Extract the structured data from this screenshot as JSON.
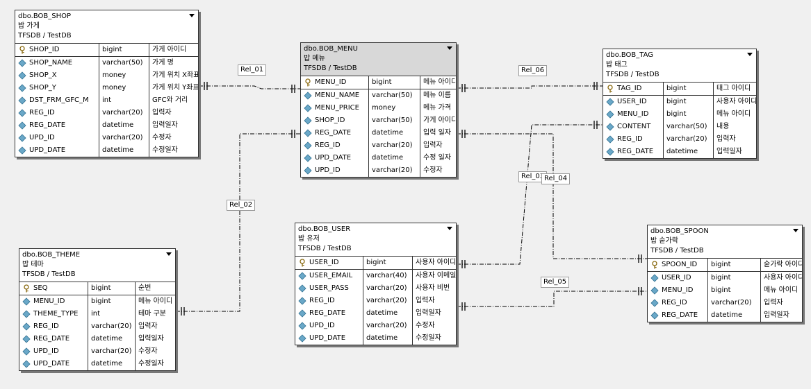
{
  "tables": [
    {
      "id": "shop",
      "title": "dbo.BOB_SHOP",
      "subtitle": "밥 가게",
      "db": "TFSDB / TestDB",
      "columns": [
        {
          "name": "SHOP_ID",
          "type": "bigint",
          "desc": "가게 아이디",
          "key": true
        },
        {
          "name": "SHOP_NAME",
          "type": "varchar(50)",
          "desc": "가게 명"
        },
        {
          "name": "SHOP_X",
          "type": "money",
          "desc": "가게 위치 X좌표"
        },
        {
          "name": "SHOP_Y",
          "type": "money",
          "desc": "가게 위치 Y좌표"
        },
        {
          "name": "DST_FRM_GFC_M",
          "type": "int",
          "desc": "GFC와 거리"
        },
        {
          "name": "REG_ID",
          "type": "varchar(20)",
          "desc": "입력자"
        },
        {
          "name": "REG_DATE",
          "type": "datetime",
          "desc": "입력일자"
        },
        {
          "name": "UPD_ID",
          "type": "varchar(20)",
          "desc": "수정자"
        },
        {
          "name": "UPD_DATE",
          "type": "datetime",
          "desc": "수정일자"
        }
      ]
    },
    {
      "id": "menu",
      "title": "dbo.BOB_MENU",
      "subtitle": "밥 메뉴",
      "db": "TFSDB / TestDB",
      "columns": [
        {
          "name": "MENU_ID",
          "type": "bigint",
          "desc": "메뉴 아이디",
          "key": true
        },
        {
          "name": "MENU_NAME",
          "type": "varchar(50)",
          "desc": "메뉴 이름"
        },
        {
          "name": "MENU_PRICE",
          "type": "money",
          "desc": "메뉴 가격"
        },
        {
          "name": "SHOP_ID",
          "type": "varchar(50)",
          "desc": "가게 아이디"
        },
        {
          "name": "REG_DATE",
          "type": "datetime",
          "desc": "입력 일자"
        },
        {
          "name": "REG_ID",
          "type": "varchar(20)",
          "desc": "입력자"
        },
        {
          "name": "UPD_DATE",
          "type": "datetime",
          "desc": "수정 일자"
        },
        {
          "name": "UPD_ID",
          "type": "varchar(20)",
          "desc": "수정자"
        }
      ]
    },
    {
      "id": "tag",
      "title": "dbo.BOB_TAG",
      "subtitle": "밥 태그",
      "db": "TFSDB / TestDB",
      "columns": [
        {
          "name": "TAG_ID",
          "type": "bigint",
          "desc": "태그 아이디",
          "key": true
        },
        {
          "name": "USER_ID",
          "type": "bigint",
          "desc": "사용자 아이디"
        },
        {
          "name": "MENU_ID",
          "type": "bigint",
          "desc": "메뉴 아이디"
        },
        {
          "name": "CONTENT",
          "type": "varchar(50)",
          "desc": "내용"
        },
        {
          "name": "REG_ID",
          "type": "varchar(20)",
          "desc": "입력자"
        },
        {
          "name": "REG_DATE",
          "type": "datetime",
          "desc": "입력일자"
        }
      ]
    },
    {
      "id": "theme",
      "title": "dbo.BOB_THEME",
      "subtitle": "밥 테마",
      "db": "TFSDB / TestDB",
      "columns": [
        {
          "name": "SEQ",
          "type": "bigint",
          "desc": "순번",
          "key": true
        },
        {
          "name": "MENU_ID",
          "type": "bigint",
          "desc": "메뉴 아이디"
        },
        {
          "name": "THEME_TYPE",
          "type": "int",
          "desc": "테마 구분"
        },
        {
          "name": "REG_ID",
          "type": "varchar(20)",
          "desc": "입력자"
        },
        {
          "name": "REG_DATE",
          "type": "datetime",
          "desc": "입력일자"
        },
        {
          "name": "UPD_ID",
          "type": "varchar(20)",
          "desc": "수정자"
        },
        {
          "name": "UPD_DATE",
          "type": "datetime",
          "desc": "수정일자"
        }
      ]
    },
    {
      "id": "user",
      "title": "dbo.BOB_USER",
      "subtitle": "밥 유저",
      "db": "TFSDB / TestDB",
      "columns": [
        {
          "name": "USER_ID",
          "type": "bigint",
          "desc": "사용자 아이디",
          "key": true
        },
        {
          "name": "USER_EMAIL",
          "type": "varchar(40)",
          "desc": "사용자 이메일"
        },
        {
          "name": "USER_PASS",
          "type": "varchar(20)",
          "desc": "사용자 비번"
        },
        {
          "name": "REG_ID",
          "type": "varchar(20)",
          "desc": "입력자"
        },
        {
          "name": "REG_DATE",
          "type": "datetime",
          "desc": "입력일자"
        },
        {
          "name": "UPD_ID",
          "type": "varchar(20)",
          "desc": "수정자"
        },
        {
          "name": "UPD_DATE",
          "type": "datetime",
          "desc": "수정일자"
        }
      ]
    },
    {
      "id": "spoon",
      "title": "dbo.BOB_SPOON",
      "subtitle": "밥 숟가락",
      "db": "TFSDB / TestDB",
      "columns": [
        {
          "name": "SPOON_ID",
          "type": "bigint",
          "desc": "숟가락 아이디",
          "key": true
        },
        {
          "name": "USER_ID",
          "type": "bigint",
          "desc": "사용자 아이디"
        },
        {
          "name": "MENU_ID",
          "type": "bigint",
          "desc": "메뉴 아이디"
        },
        {
          "name": "REG_ID",
          "type": "varchar(20)",
          "desc": "입력자"
        },
        {
          "name": "REG_DATE",
          "type": "datetime",
          "desc": "입력일자"
        }
      ]
    }
  ],
  "relationships": [
    {
      "id": "rel_01",
      "label": "Rel_01",
      "from": "shop",
      "to": "menu"
    },
    {
      "id": "rel_02",
      "label": "Rel_02",
      "from": "theme",
      "to": "menu"
    },
    {
      "id": "rel_03",
      "label": "Rel_03",
      "from": "user",
      "to": "tag"
    },
    {
      "id": "rel_04",
      "label": "Rel_04",
      "from": "menu",
      "to": "spoon"
    },
    {
      "id": "rel_05",
      "label": "Rel_05",
      "from": "user",
      "to": "spoon"
    },
    {
      "id": "rel_06",
      "label": "Rel_06",
      "from": "menu",
      "to": "tag"
    }
  ],
  "icons": {
    "key": "key-icon",
    "column": "column-diamond-icon",
    "dropdown": "dropdown-arrow-icon"
  },
  "colors": {
    "background": "#f0f0f0",
    "selected_header": "#d8d8d8",
    "column_icon": "#6aa8c8",
    "key_icon": "#c8a040"
  }
}
